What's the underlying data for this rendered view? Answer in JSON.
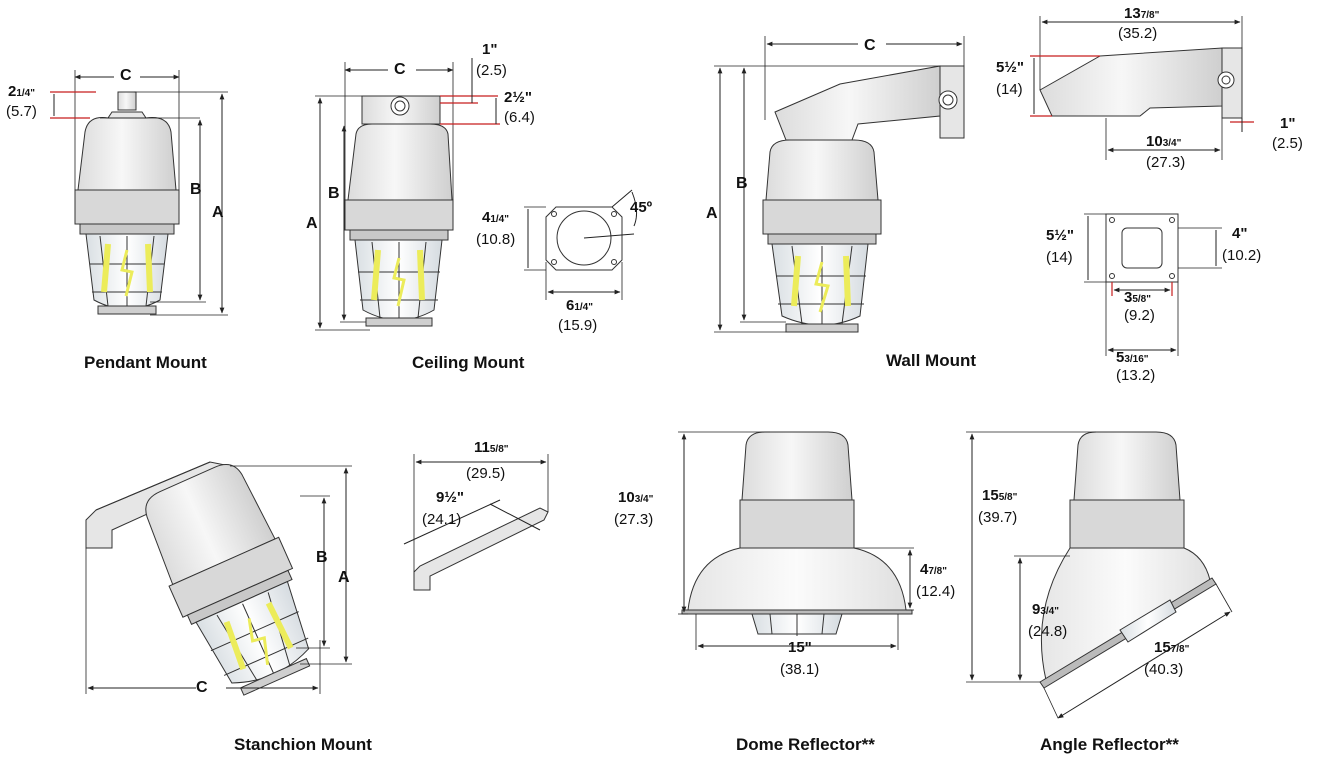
{
  "captions": {
    "pendant": "Pendant Mount",
    "ceiling": "Ceiling Mount",
    "wall": "Wall Mount",
    "stanchion": "Stanchion Mount",
    "dome": "Dome Reflector**",
    "angle": "Angle Reflector**"
  },
  "letters": {
    "a": "A",
    "b": "B",
    "c": "C"
  },
  "pendant": {
    "cap_height": {
      "whole": "2",
      "frac": "1/4\"",
      "metric": "(5.7)"
    }
  },
  "ceiling": {
    "offset": {
      "whole": "1\"",
      "metric": "(2.5)"
    },
    "box": {
      "whole": "2½\"",
      "metric": "(6.4)"
    },
    "plate_height": {
      "whole": "4",
      "frac": "1/4\"",
      "metric": "(10.8)"
    },
    "plate_width": {
      "whole": "6",
      "frac": "1/4\"",
      "metric": "(15.9)"
    },
    "angle": "45º"
  },
  "wall": {
    "arm_length": {
      "whole": "13",
      "frac": "7/8\"",
      "metric": "(35.2)"
    },
    "arm_height": {
      "whole": "5½\"",
      "metric": "(14)"
    },
    "arm_reach": {
      "whole": "10",
      "frac": "3/4\"",
      "metric": "(27.3)"
    },
    "offset": {
      "whole": "1\"",
      "metric": "(2.5)"
    },
    "plate_height": {
      "whole": "5½\"",
      "metric": "(14)"
    },
    "plate_inner": {
      "whole": "4\"",
      "metric": "(10.2)"
    },
    "plate_bolt": {
      "whole": "3",
      "frac": "5/8\"",
      "metric": "(9.2)"
    },
    "plate_width": {
      "whole": "5",
      "frac": "3/16\"",
      "metric": "(13.2)"
    }
  },
  "stanchion": {
    "arm_length": {
      "whole": "11",
      "frac": "5/8\"",
      "metric": "(29.5)"
    },
    "arm_inner": {
      "whole": "9½\"",
      "metric": "(24.1)"
    }
  },
  "dome": {
    "height": {
      "whole": "10",
      "frac": "3/4\"",
      "metric": "(27.3)"
    },
    "reflector_h": {
      "whole": "4",
      "frac": "7/8\"",
      "metric": "(12.4)"
    },
    "diameter": {
      "whole": "15\"",
      "metric": "(38.1)"
    }
  },
  "angle": {
    "height": {
      "whole": "15",
      "frac": "5/8\"",
      "metric": "(39.7)"
    },
    "reflector_h": {
      "whole": "9",
      "frac": "3/4\"",
      "metric": "(24.8)"
    },
    "diameter": {
      "whole": "15",
      "frac": "7/8\"",
      "metric": "(40.3)"
    }
  }
}
